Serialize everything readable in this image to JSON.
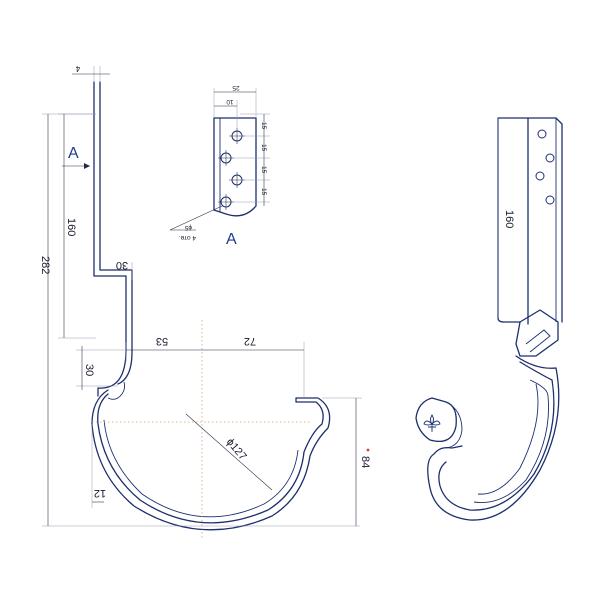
{
  "dimensions": {
    "thickness": "4",
    "overall_height": "282",
    "hook_height": "160",
    "offset_30_top": "30",
    "offset_30_side": "30",
    "offset_53": "53",
    "offset_72": "72",
    "diameter": "ϕ127",
    "depth": "84",
    "lip_12": "12"
  },
  "detail_a": {
    "width_25": "25",
    "width_10": "10",
    "pitch_1": "15",
    "pitch_2": "15",
    "pitch_3": "15",
    "pitch_4": "15",
    "hole_callout": "ϕ5",
    "hole_count": "4 отв.",
    "view_label": "A"
  },
  "section_label": "A",
  "side_view": {
    "length": "160"
  },
  "colors": {
    "part_stroke": "#1c2f6e",
    "axis": "#e0a070",
    "depth_marker": "#e53935"
  },
  "icon_names": [
    "fleur-de-lis-icon"
  ]
}
